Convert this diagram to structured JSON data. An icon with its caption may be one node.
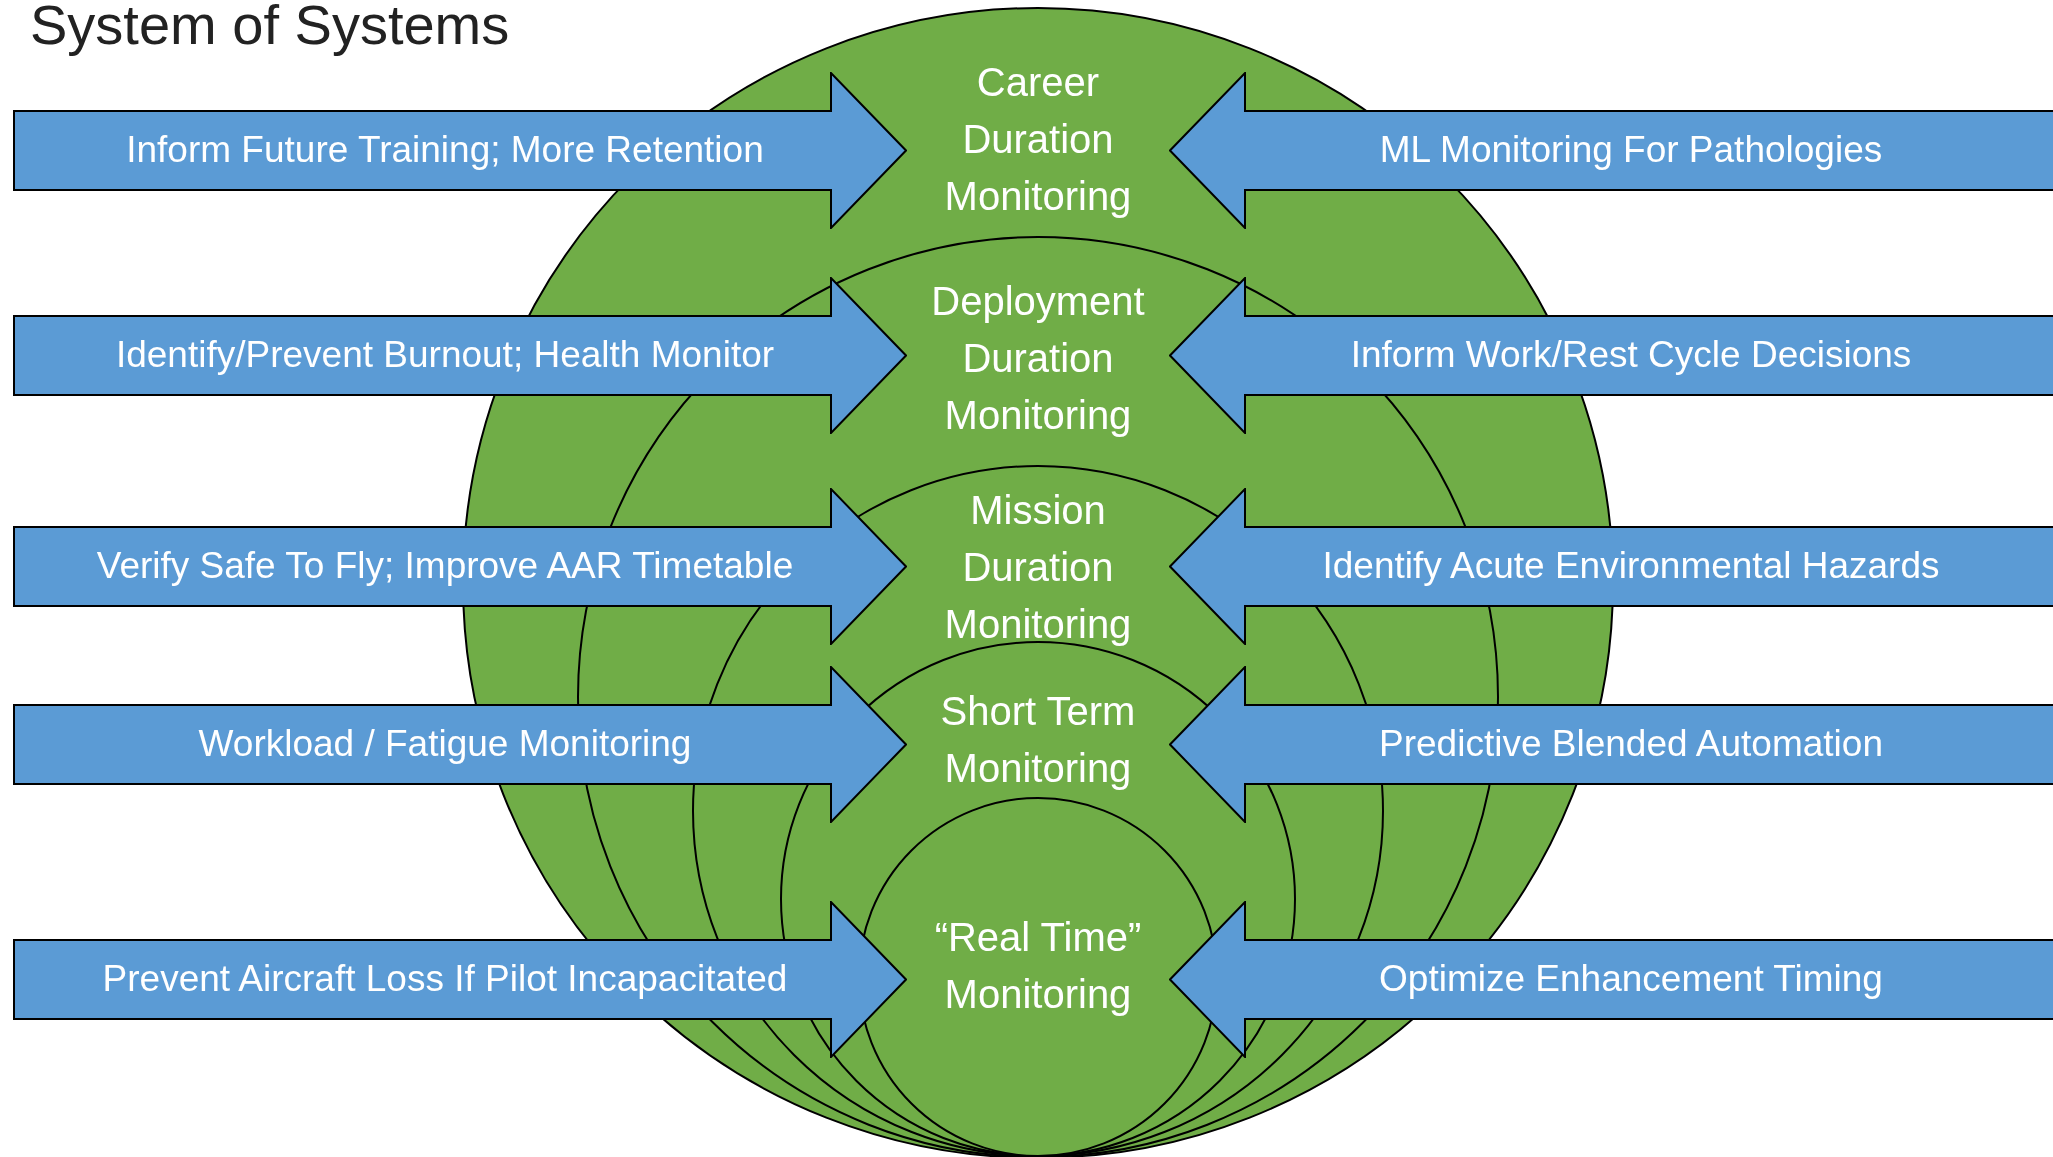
{
  "diagram": {
    "title": "System of Systems",
    "nodes": [
      {
        "text": [
          "Career Duration Monitoring"
        ]
      },
      {
        "text": [
          "Deployment Duration Monitoring"
        ],
        "in": 0
      },
      {
        "text": [
          "Mission Duration Monitoring"
        ],
        "in": 1
      },
      {
        "text": [
          "Short Term Monitoring"
        ],
        "in": 2
      },
      {
        "text": [
          "“Real Time” Monitoring"
        ],
        "in": 3
      },
      {
        "text": [
          "Inform Future Training; More Retention"
        ]
      },
      {
        "text": [
          "ML Monitoring For Pathologies"
        ]
      },
      {
        "text": [
          "Identify/Prevent Burnout; Health Monitor"
        ]
      },
      {
        "text": [
          "Inform Work/Rest Cycle Decisions"
        ]
      },
      {
        "text": [
          "Verify Safe To Fly; Improve AAR Timetable"
        ]
      },
      {
        "text": [
          "Identify Acute Environmental Hazards"
        ]
      },
      {
        "text": [
          "Workload / Fatigue Monitoring"
        ]
      },
      {
        "text": [
          "Predictive Blended Automation"
        ]
      },
      {
        "text": [
          "Prevent Aircraft Loss If Pilot Incapacitated"
        ]
      },
      {
        "text": [
          "Optimize Enhancement Timing"
        ]
      }
    ]
  }
}
